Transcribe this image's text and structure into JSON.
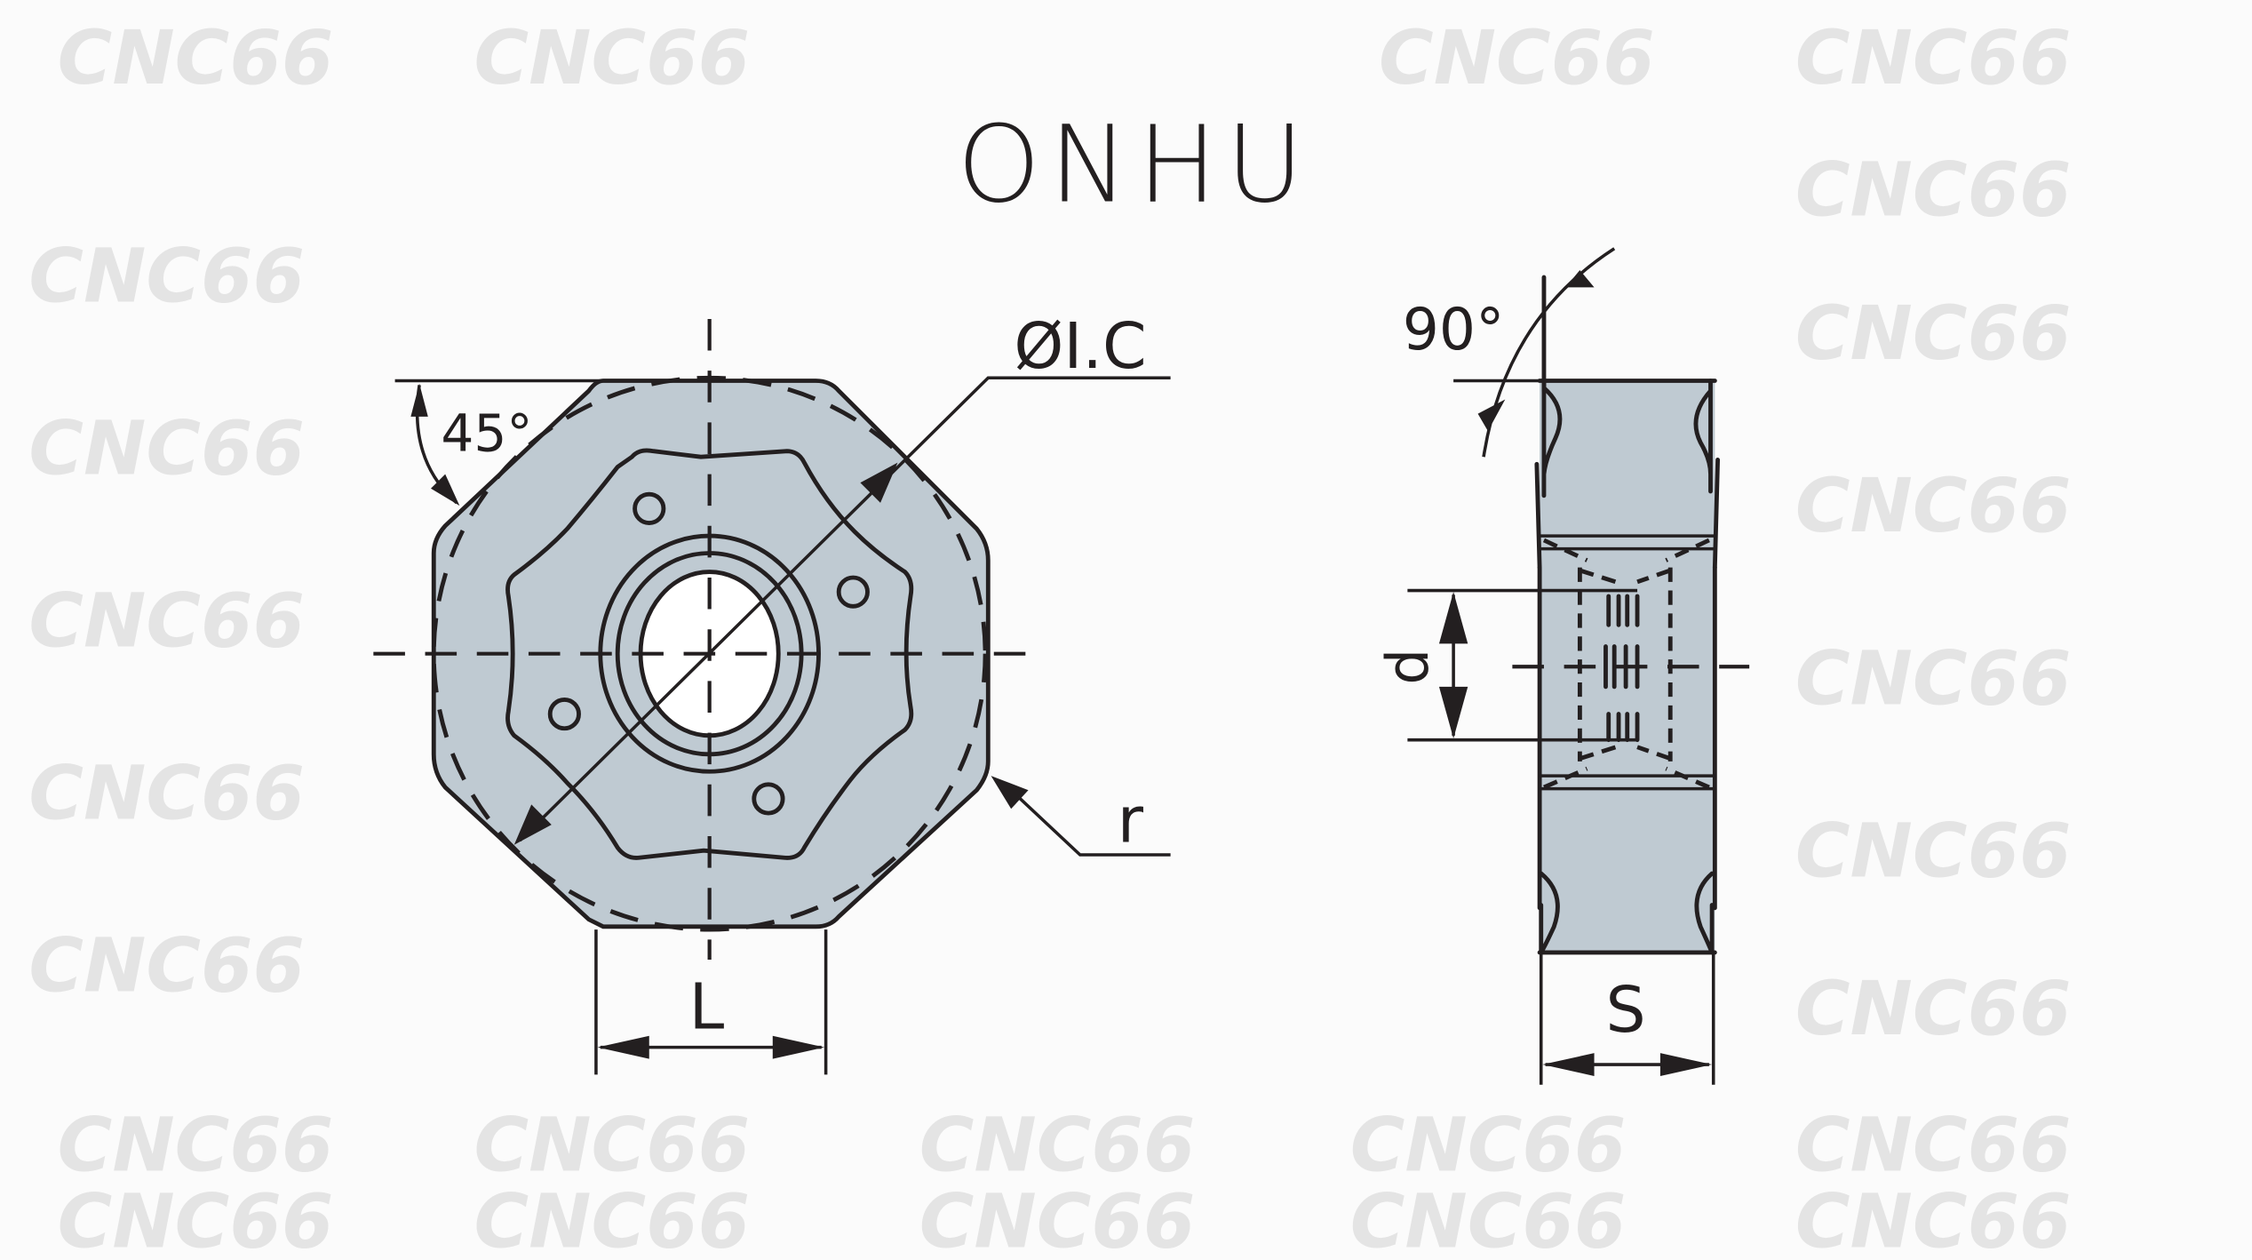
{
  "title": "ONHU",
  "watermark": "CNC66",
  "labels": {
    "angle_clearance": "45°",
    "inscribed_circle": "ØI.C",
    "corner_radius": "r",
    "edge_length": "L",
    "side_angle": "90°",
    "hole_diameter": "d",
    "thickness": "S"
  },
  "colors": {
    "insert_fill": "#bfcad2",
    "line": "#231f20",
    "background": "#fbfbfb"
  }
}
